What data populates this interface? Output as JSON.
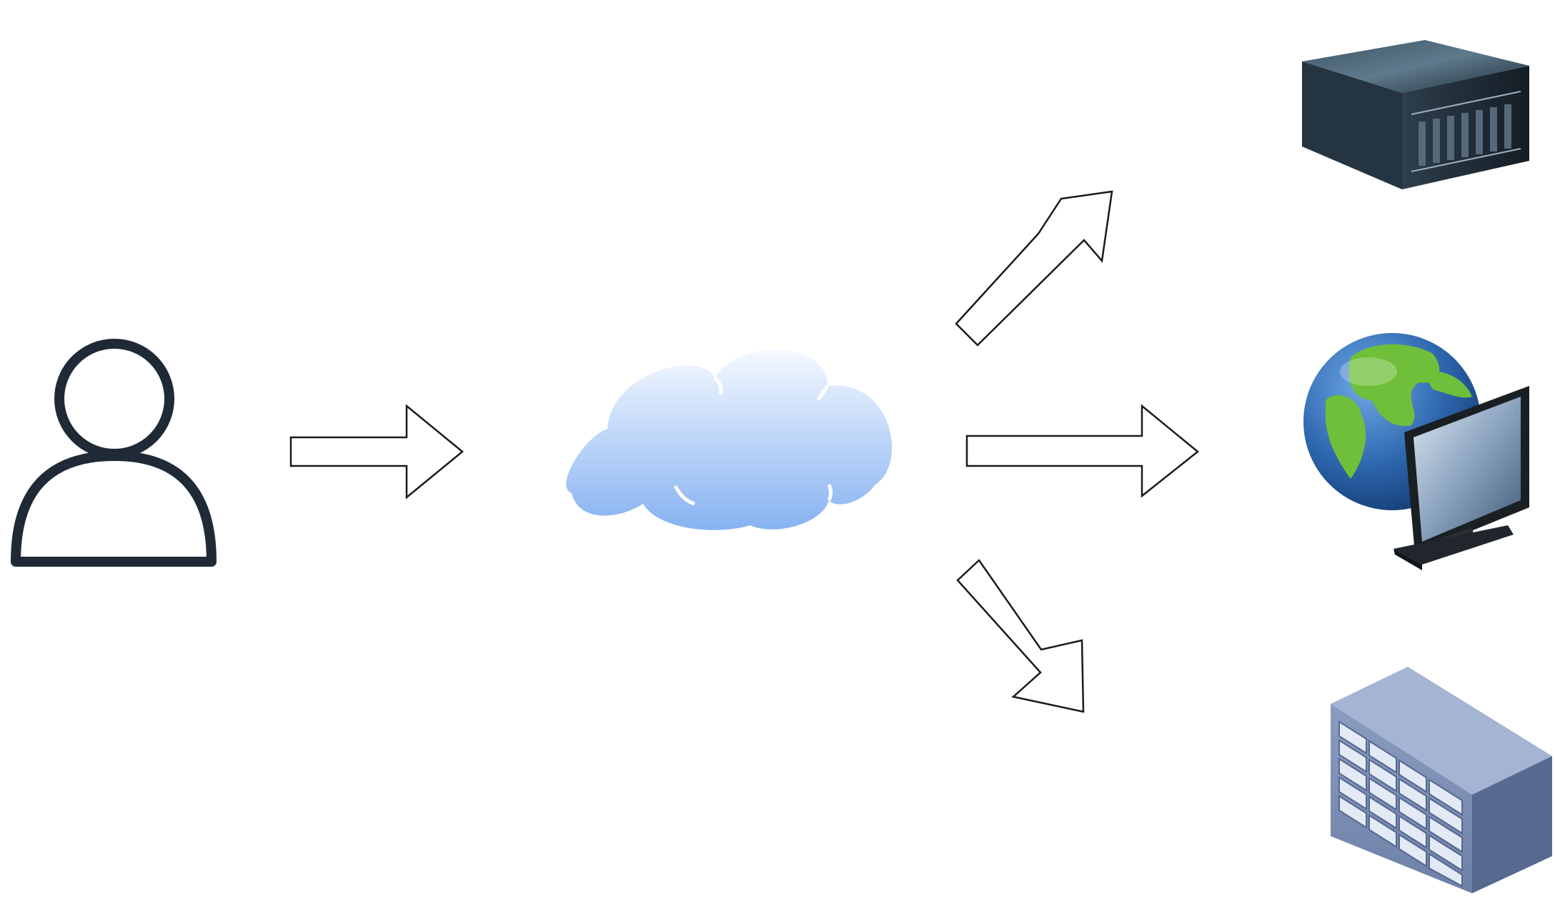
{
  "diagram": {
    "nodes": [
      {
        "id": "user",
        "icon": "user-icon"
      },
      {
        "id": "cloud",
        "icon": "cloud-icon"
      },
      {
        "id": "server",
        "icon": "server-icon"
      },
      {
        "id": "web-client",
        "icon": "globe-monitor-icon"
      },
      {
        "id": "storage",
        "icon": "storage-array-icon"
      }
    ],
    "edges": [
      {
        "from": "user",
        "to": "cloud",
        "style": "hollow-block-arrow"
      },
      {
        "from": "cloud",
        "to": "server",
        "style": "hollow-block-arrow"
      },
      {
        "from": "cloud",
        "to": "web-client",
        "style": "hollow-block-arrow"
      },
      {
        "from": "cloud",
        "to": "storage",
        "style": "hollow-block-arrow"
      }
    ],
    "colors": {
      "background": "#ffffff",
      "outline": "#1f2a36",
      "arrow_stroke": "#1a1a1a",
      "cloud_top": "#f3f7fe",
      "cloud_bottom": "#8db7f2",
      "server_body": "#1e2b36",
      "globe_ocean": "#2f6fb5",
      "globe_land": "#6fbf3a",
      "storage_body": "#7c8fb3"
    }
  }
}
